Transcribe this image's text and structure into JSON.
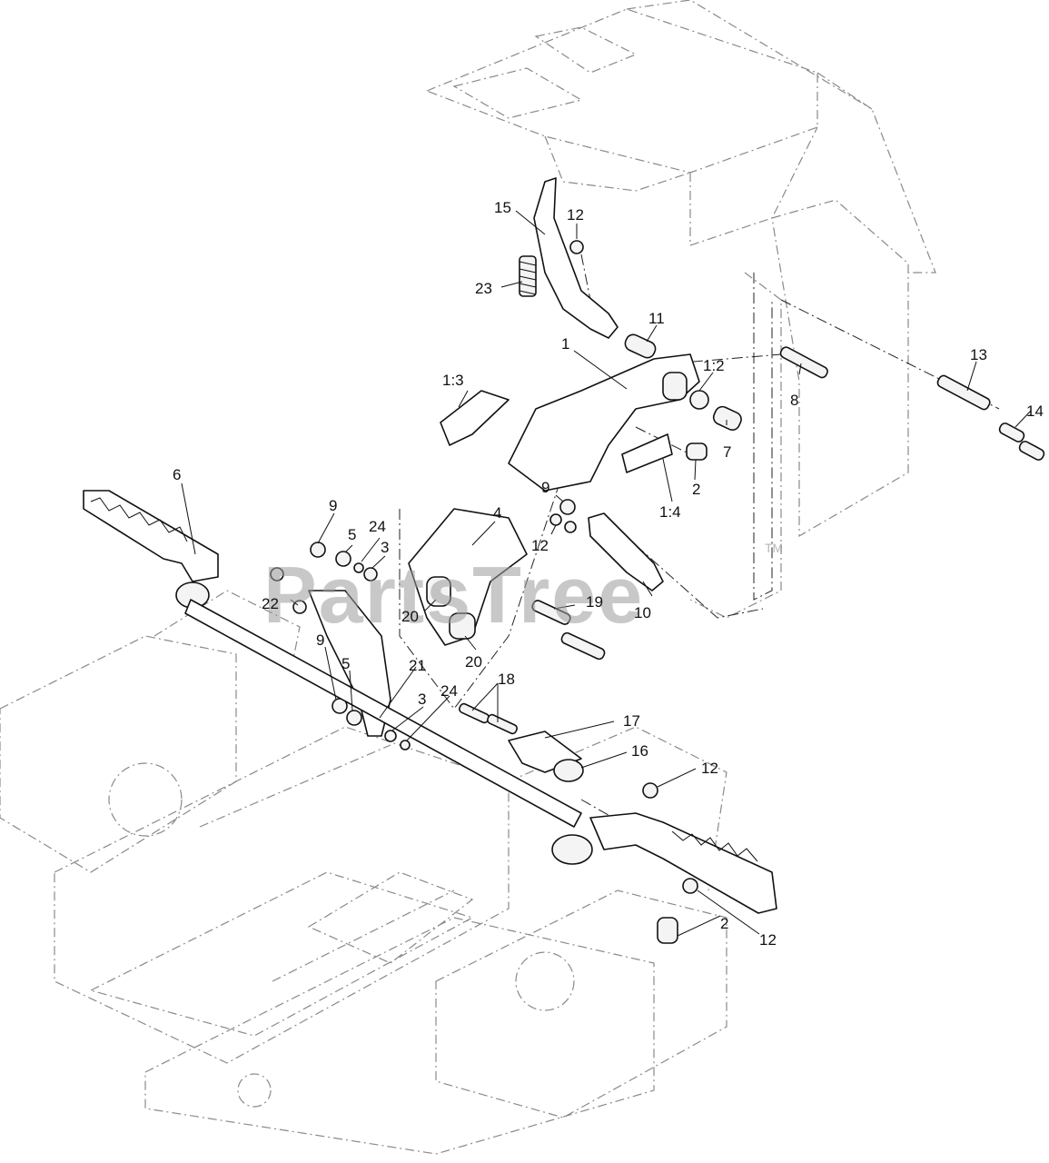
{
  "watermark": {
    "text": "PartsTree",
    "trademark": "TM"
  },
  "callouts": [
    {
      "id": "c-15",
      "label": "15"
    },
    {
      "id": "c-12a",
      "label": "12"
    },
    {
      "id": "c-23",
      "label": "23"
    },
    {
      "id": "c-11",
      "label": "11"
    },
    {
      "id": "c-1",
      "label": "1"
    },
    {
      "id": "c-1-2",
      "label": "1:2"
    },
    {
      "id": "c-1-3",
      "label": "1:3"
    },
    {
      "id": "c-13",
      "label": "13"
    },
    {
      "id": "c-8",
      "label": "8"
    },
    {
      "id": "c-14",
      "label": "14"
    },
    {
      "id": "c-7",
      "label": "7"
    },
    {
      "id": "c-2a",
      "label": "2"
    },
    {
      "id": "c-1-4",
      "label": "1:4"
    },
    {
      "id": "c-6",
      "label": "6"
    },
    {
      "id": "c-9a",
      "label": "9"
    },
    {
      "id": "c-4",
      "label": "4"
    },
    {
      "id": "c-9b",
      "label": "9"
    },
    {
      "id": "c-5a",
      "label": "5"
    },
    {
      "id": "c-24a",
      "label": "24"
    },
    {
      "id": "c-3a",
      "label": "3"
    },
    {
      "id": "c-12b",
      "label": "12"
    },
    {
      "id": "c-22",
      "label": "22"
    },
    {
      "id": "c-20a",
      "label": "20"
    },
    {
      "id": "c-19",
      "label": "19"
    },
    {
      "id": "c-10",
      "label": "10"
    },
    {
      "id": "c-20b",
      "label": "20"
    },
    {
      "id": "c-9c",
      "label": "9"
    },
    {
      "id": "c-5b",
      "label": "5"
    },
    {
      "id": "c-21",
      "label": "21"
    },
    {
      "id": "c-18",
      "label": "18"
    },
    {
      "id": "c-3b",
      "label": "3"
    },
    {
      "id": "c-24b",
      "label": "24"
    },
    {
      "id": "c-17",
      "label": "17"
    },
    {
      "id": "c-16",
      "label": "16"
    },
    {
      "id": "c-12c",
      "label": "12"
    },
    {
      "id": "c-12d",
      "label": "12"
    },
    {
      "id": "c-2b",
      "label": "2"
    }
  ]
}
